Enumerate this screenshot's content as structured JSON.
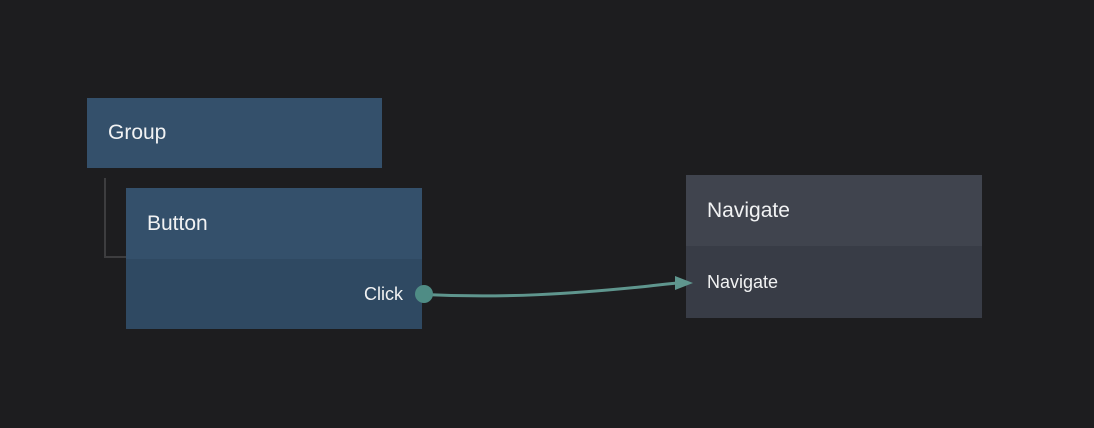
{
  "canvas": {
    "background": "#1d1d1f"
  },
  "colors": {
    "blue_node_header": "#34506b",
    "blue_node_body": "#2f4962",
    "gray_node_header": "#40444e",
    "gray_node_body": "#383c46",
    "edge_teal": "#5f968e",
    "port_teal": "#4f8c85",
    "hierarchy_line": "#3d3d3f",
    "text_primary": "#f1f2f3"
  },
  "nodes": {
    "group": {
      "title": "Group"
    },
    "button": {
      "title": "Button",
      "output_port_label": "Click"
    },
    "navigate": {
      "title": "Navigate",
      "row_label": "Navigate"
    }
  },
  "edges": {
    "click_to_navigate": {
      "from": "Button.Click",
      "to": "Navigate"
    }
  }
}
